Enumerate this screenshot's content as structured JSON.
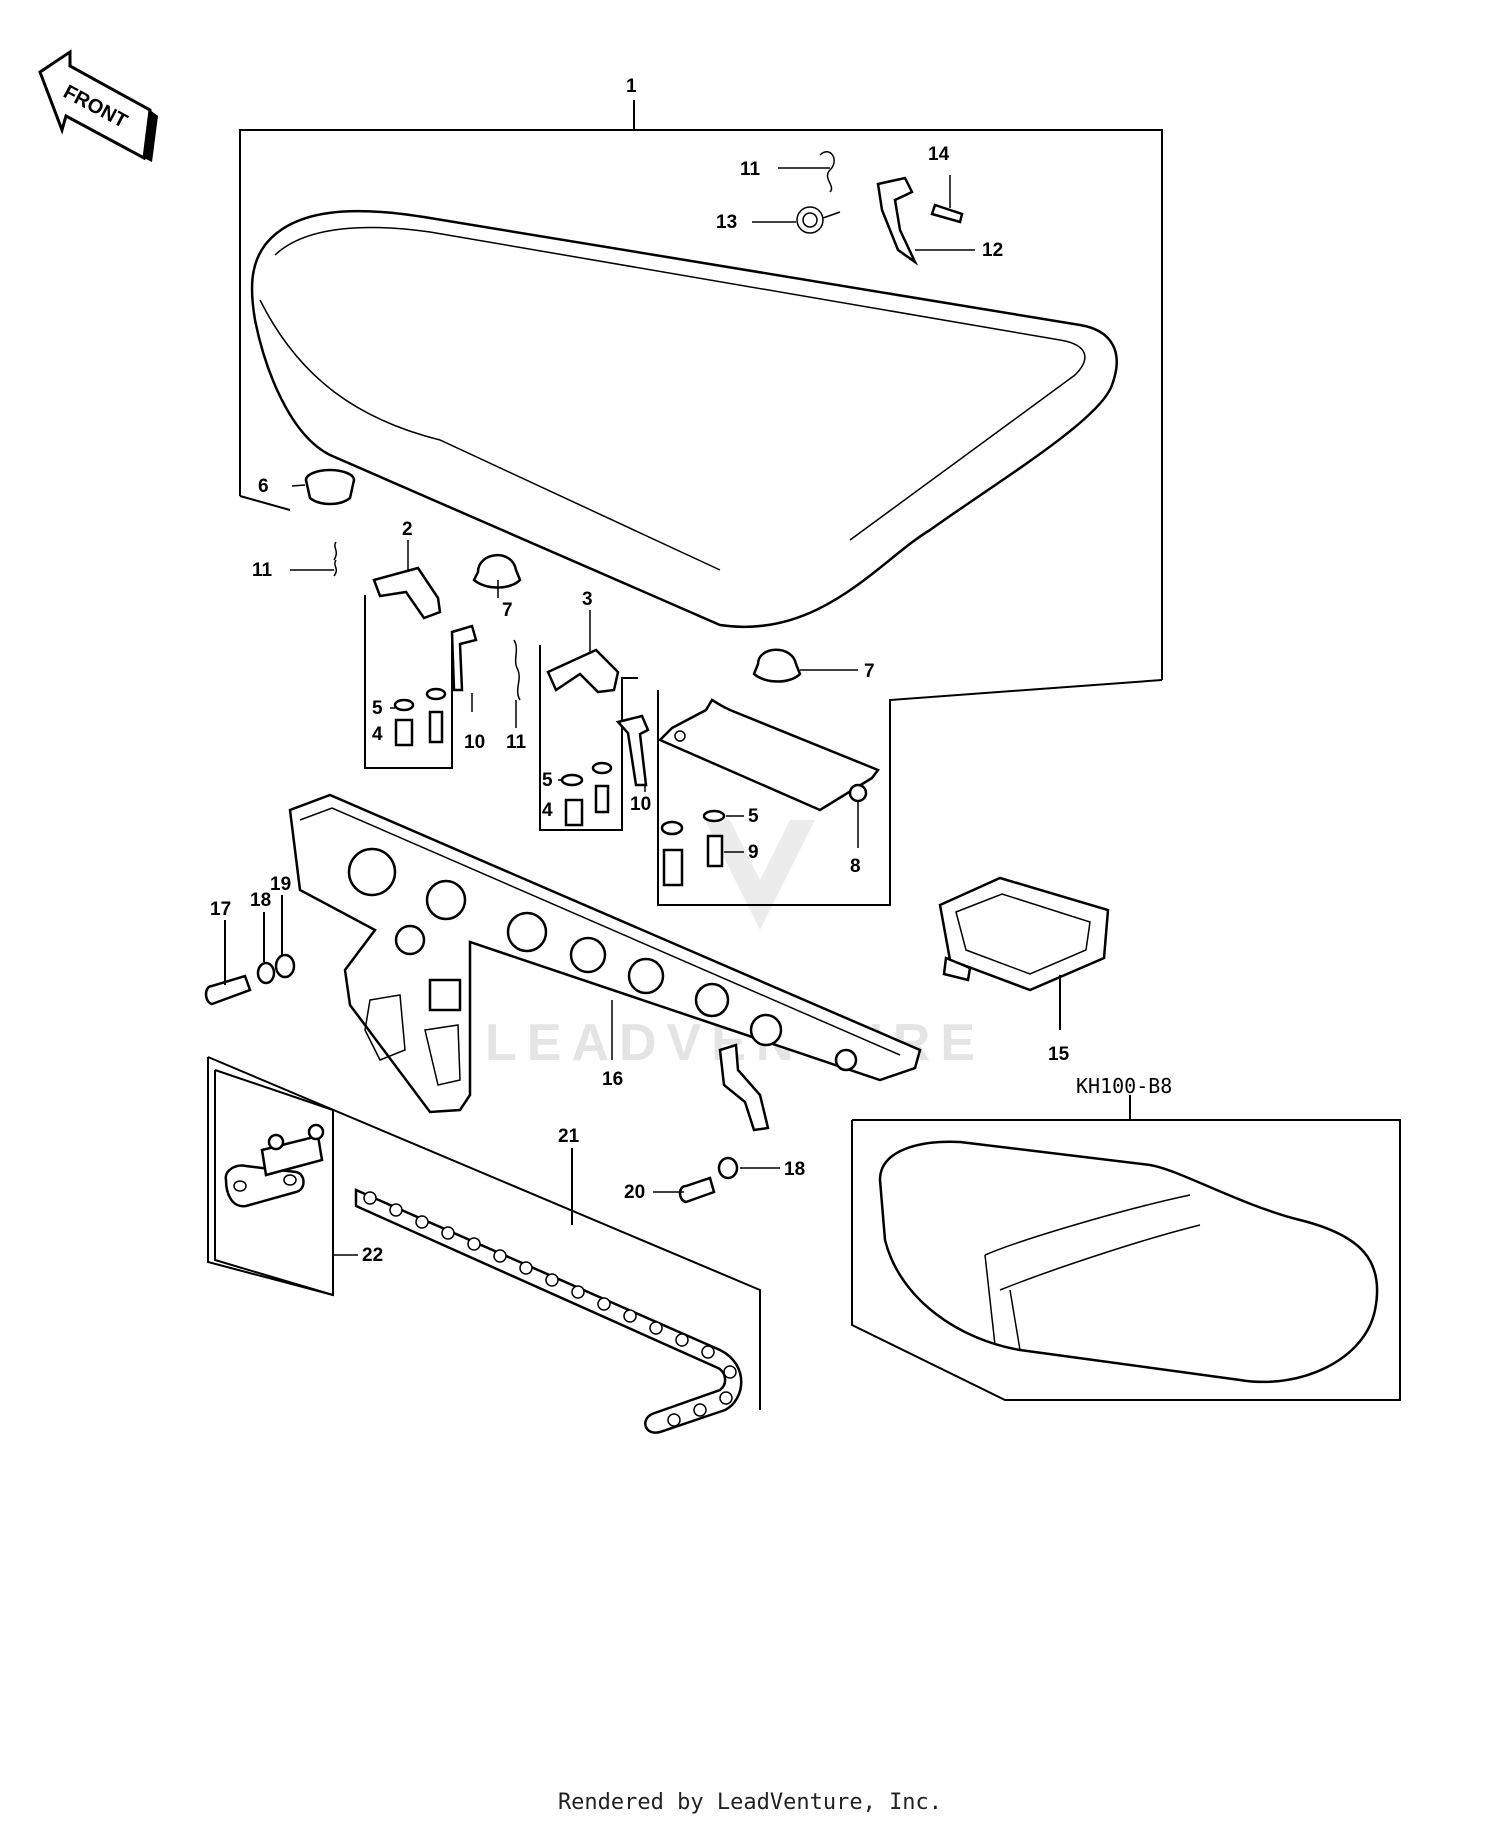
{
  "front_arrow": {
    "label": "FRONT"
  },
  "model_label": "KH100-B8",
  "watermark": "LEADVENTURE",
  "footer": "Rendered by LeadVenture, Inc.",
  "callouts": {
    "c1": "1",
    "c2": "2",
    "c3": "3",
    "c4a": "4",
    "c4b": "4",
    "c5a": "5",
    "c5b": "5",
    "c5c": "5",
    "c6": "6",
    "c7a": "7",
    "c7b": "7",
    "c8": "8",
    "c9": "9",
    "c10a": "10",
    "c10b": "10",
    "c11a": "11",
    "c11b": "11",
    "c11c": "11",
    "c12": "12",
    "c13": "13",
    "c14": "14",
    "c15": "15",
    "c16": "16",
    "c17": "17",
    "c18a": "18",
    "c18b": "18",
    "c19": "19",
    "c20": "20",
    "c21": "21",
    "c22": "22"
  }
}
